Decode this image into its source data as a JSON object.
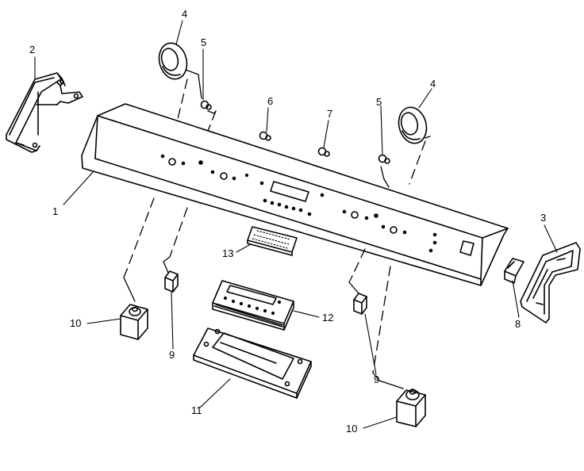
{
  "diagram": {
    "callouts": {
      "c1": "1",
      "c2": "2",
      "c3": "3",
      "c4a": "4",
      "c4b": "4",
      "c5a": "5",
      "c5b": "5",
      "c6": "6",
      "c7": "7",
      "c8": "8",
      "c9a": "9",
      "c9b": "9",
      "c10a": "10",
      "c10b": "10",
      "c11": "11",
      "c12": "12",
      "c13": "13"
    }
  }
}
